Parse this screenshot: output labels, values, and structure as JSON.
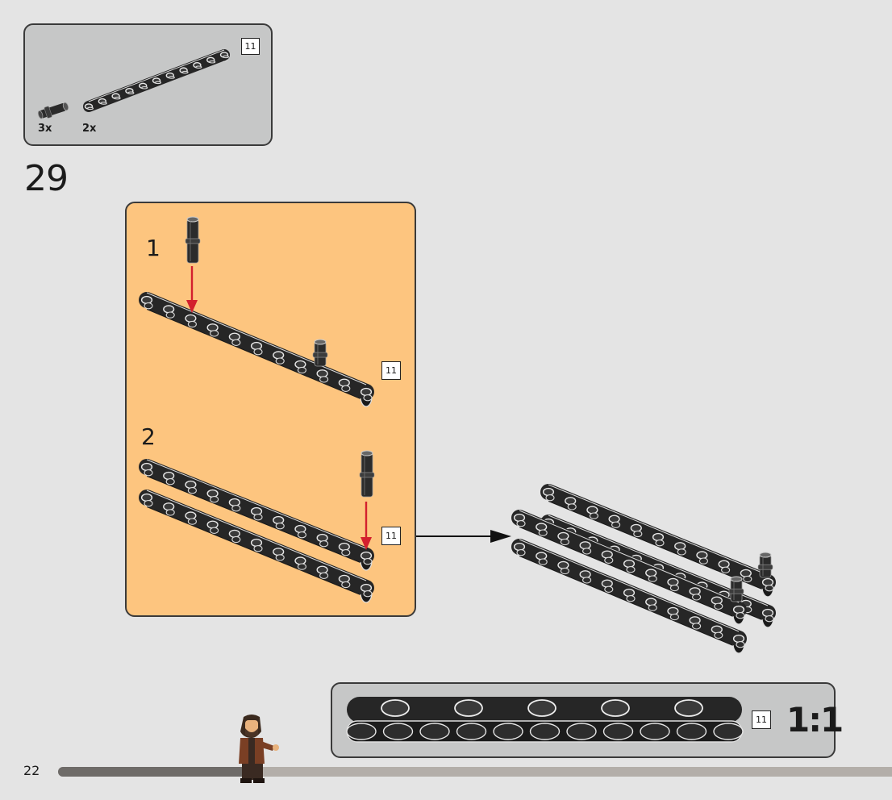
{
  "parts_callout": {
    "items": [
      {
        "icon": "pin-icon",
        "quantity": "3x"
      },
      {
        "icon": "beam-icon",
        "quantity": "2x",
        "length": "11"
      }
    ]
  },
  "step": {
    "number": "29",
    "substeps": [
      {
        "number": "1",
        "beam_length": "11"
      },
      {
        "number": "2",
        "beam_length": "11"
      }
    ]
  },
  "scale_callout": {
    "length": "11",
    "scale": "1:1"
  },
  "footer": {
    "page_number": "22",
    "progress": 0.23
  },
  "colors": {
    "background": "#e4e4e4",
    "callout_gray": "#c6c7c7",
    "substep_orange": "#fdc57f",
    "beam_black": "#262626",
    "arrow_red": "#d3202e",
    "progress_dark": "#6e6b68",
    "progress_light": "#b3aea9"
  }
}
